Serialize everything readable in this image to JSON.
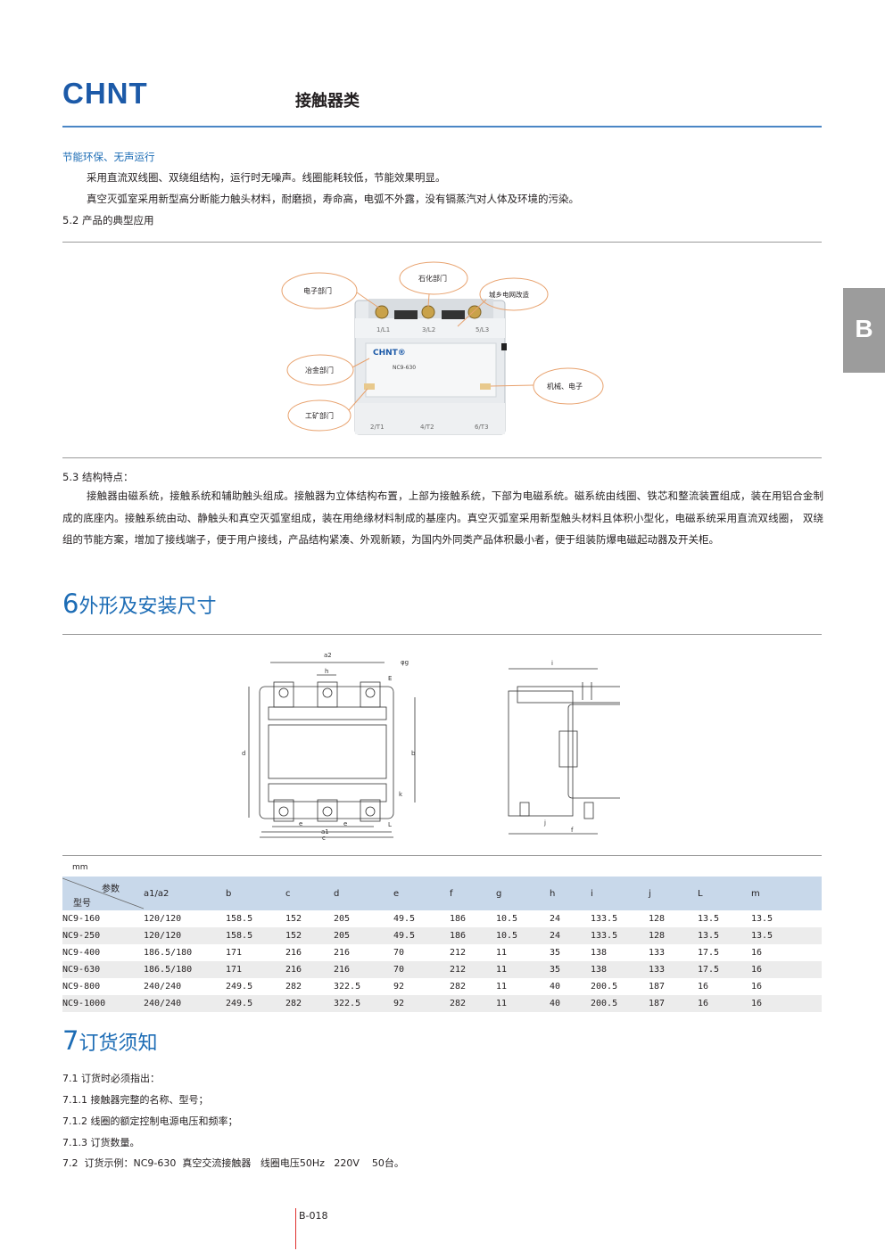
{
  "header": {
    "logo": "CHNT",
    "title": "接触器类"
  },
  "side_tab": "B",
  "features": {
    "subhead": "节能环保、无声运行",
    "lines": [
      "采用直流双线圈、双绕组结构，运行时无噪声。线圈能耗较低，节能效果明显。",
      "真空灭弧室采用新型高分断能力触头材料，耐磨损，寿命高，电弧不外露，没有镉蒸汽对人体及环境的污染。"
    ]
  },
  "application": {
    "heading": "5.2  产品的典型应用",
    "callouts": {
      "electronics": "电子部门",
      "petrochem": "石化部门",
      "grid": "城乡电网改造",
      "metallurgy": "冶金部门",
      "mining": "工矿部门",
      "machinery": "机械、电子"
    },
    "device": {
      "brand": "CHNT®",
      "model": "NC9-630",
      "terminals_top": [
        "1/L1",
        "3/L2",
        "5/L3"
      ],
      "terminals_bottom": [
        "2/T1",
        "4/T2",
        "6/T3"
      ]
    }
  },
  "structure": {
    "heading": "5.3  结构特点：",
    "text": "接触器由磁系统，接触系统和辅助触头组成。接触器为立体结构布置，上部为接触系统，下部为电磁系统。磁系统由线圈、铁芯和整流装置组成，装在用铝合金制成的底座内。接触系统由动、静触头和真空灭弧室组成，装在用绝缘材料制成的基座内。真空灭弧室采用新型触头材料且体积小型化，电磁系统采用直流双线圈，  双绕组的节能方案，增加了接线端子，便于用户接线，产品结构紧凑、外观新颖，为国内外同类产品体积最小者，便于组装防爆电磁起动器及开关柜。"
  },
  "section6": {
    "num": "6",
    "title": "外形及安装尺寸",
    "drawing_labels": {
      "a2": "a2",
      "h": "h",
      "g": "φg",
      "E": "E",
      "d": "d",
      "b": "b",
      "k": "k",
      "e": "e",
      "a1": "a1",
      "c": "c",
      "L": "L",
      "i": "i",
      "j": "j",
      "f": "f"
    },
    "unit": "mm",
    "table": {
      "corner_top": "参数",
      "corner_bottom": "型号",
      "columns": [
        "a1/a2",
        "b",
        "c",
        "d",
        "e",
        "f",
        "g",
        "h",
        "i",
        "j",
        "L",
        "m"
      ],
      "rows": [
        [
          "NC9-160",
          "120/120",
          "158.5",
          "152",
          "205",
          "49.5",
          "186",
          "10.5",
          "24",
          "133.5",
          "128",
          "13.5",
          "13.5"
        ],
        [
          "NC9-250",
          "120/120",
          "158.5",
          "152",
          "205",
          "49.5",
          "186",
          "10.5",
          "24",
          "133.5",
          "128",
          "13.5",
          "13.5"
        ],
        [
          "NC9-400",
          "186.5/180",
          "171",
          "216",
          "216",
          "70",
          "212",
          "11",
          "35",
          "138",
          "133",
          "17.5",
          "16"
        ],
        [
          "NC9-630",
          "186.5/180",
          "171",
          "216",
          "216",
          "70",
          "212",
          "11",
          "35",
          "138",
          "133",
          "17.5",
          "16"
        ],
        [
          "NC9-800",
          "240/240",
          "249.5",
          "282",
          "322.5",
          "92",
          "282",
          "11",
          "40",
          "200.5",
          "187",
          "16",
          "16"
        ],
        [
          "NC9-1000",
          "240/240",
          "249.5",
          "282",
          "322.5",
          "92",
          "282",
          "11",
          "40",
          "200.5",
          "187",
          "16",
          "16"
        ]
      ]
    }
  },
  "section7": {
    "num": "7",
    "title": "订货须知",
    "lines": [
      "7.1  订货时必须指出：",
      "7.1.1  接触器完整的名称、型号；",
      "7.1.2  线圈的额定控制电源电压和频率；",
      "7.1.3  订货数量。",
      "7.2  订货示例：NC9-630  真空交流接触器   线圈电压50Hz   220V    50台。"
    ]
  },
  "footer": {
    "page": "B-018"
  }
}
